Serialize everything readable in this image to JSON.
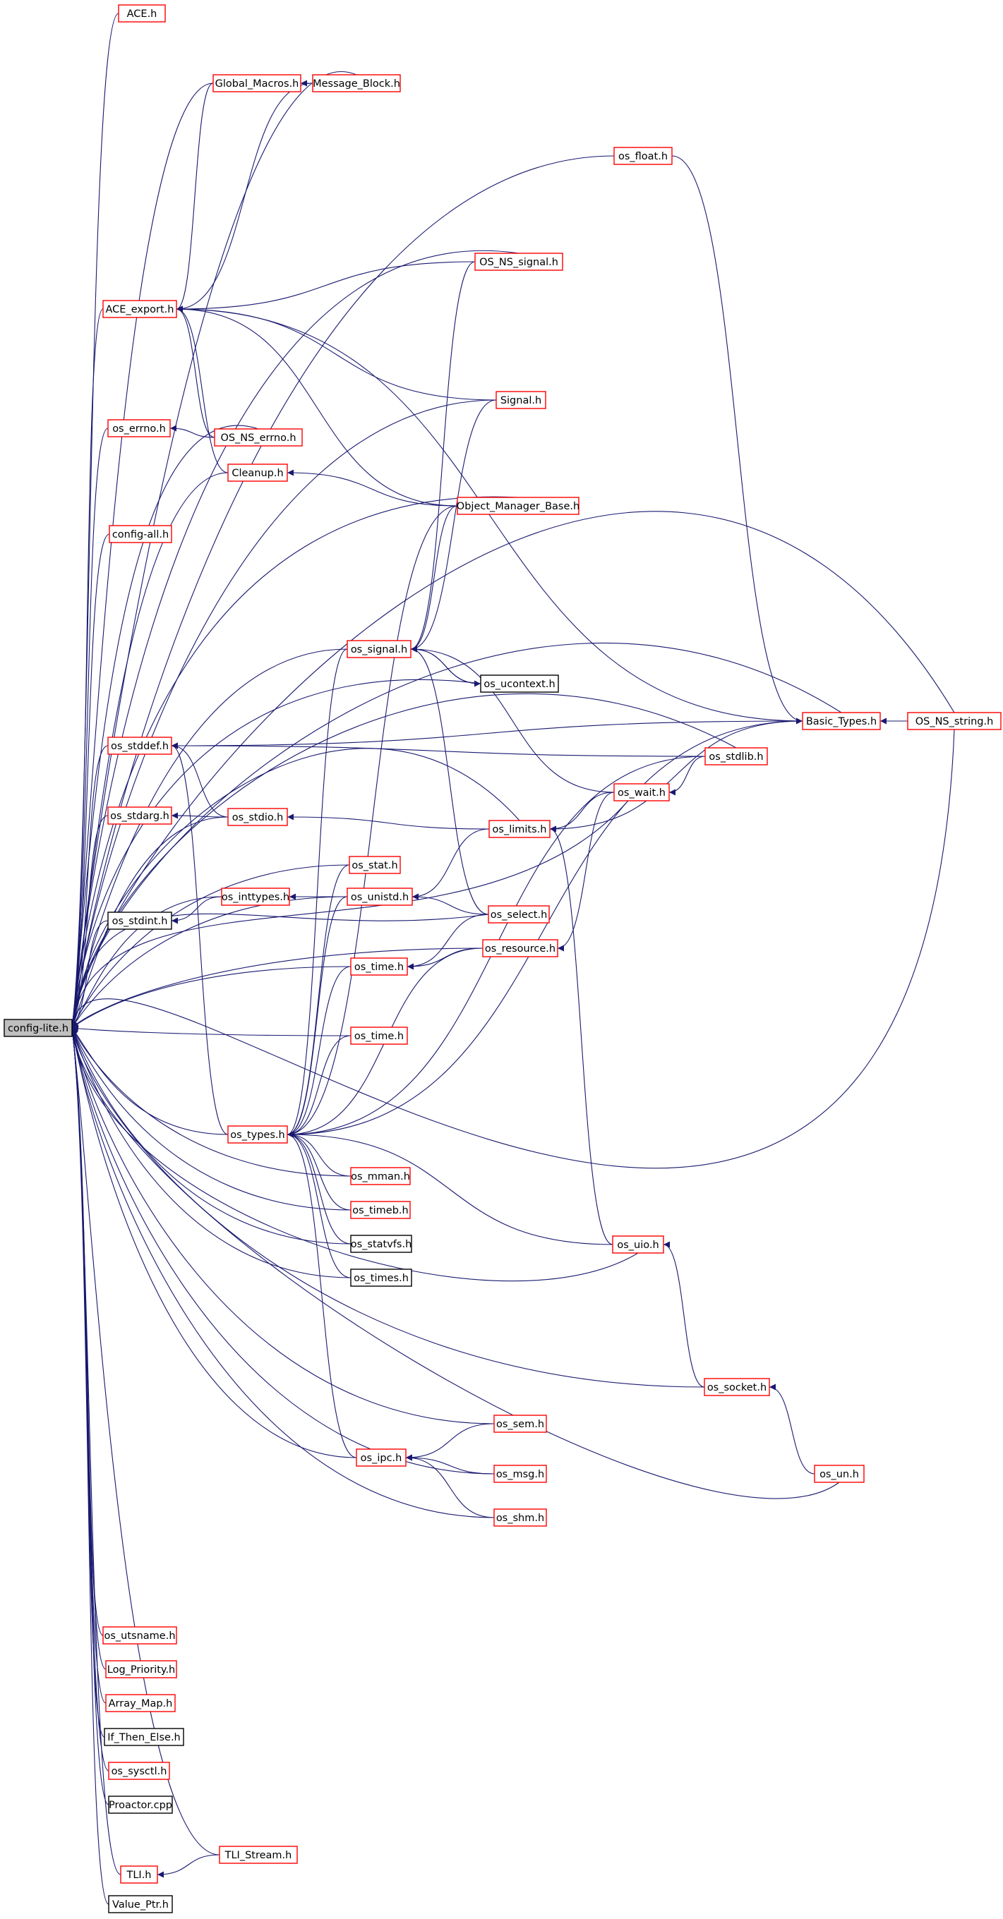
{
  "graph": {
    "root": "config-lite.h",
    "colors": {
      "edge": "#191970",
      "red_border": "#ff0000",
      "black_border": "#000000",
      "root_fill": "#bfbfbf"
    },
    "nodes": [
      {
        "id": "config_lite",
        "label": "config-lite.h",
        "style": "root"
      },
      {
        "id": "ace",
        "label": "ACE.h",
        "style": "red"
      },
      {
        "id": "global_macros",
        "label": "Global_Macros.h",
        "style": "red"
      },
      {
        "id": "message_block",
        "label": "Message_Block.h",
        "style": "red"
      },
      {
        "id": "os_float",
        "label": "os_float.h",
        "style": "red"
      },
      {
        "id": "os_ns_signal",
        "label": "OS_NS_signal.h",
        "style": "red"
      },
      {
        "id": "ace_export",
        "label": "ACE_export.h",
        "style": "red"
      },
      {
        "id": "signal",
        "label": "Signal.h",
        "style": "red"
      },
      {
        "id": "os_errno",
        "label": "os_errno.h",
        "style": "red"
      },
      {
        "id": "os_ns_errno",
        "label": "OS_NS_errno.h",
        "style": "red"
      },
      {
        "id": "cleanup",
        "label": "Cleanup.h",
        "style": "red"
      },
      {
        "id": "object_manager_base",
        "label": "Object_Manager_Base.h",
        "style": "red"
      },
      {
        "id": "config_all",
        "label": "config-all.h",
        "style": "red"
      },
      {
        "id": "os_signal",
        "label": "os_signal.h",
        "style": "red"
      },
      {
        "id": "os_ucontext",
        "label": "os_ucontext.h",
        "style": "black"
      },
      {
        "id": "os_stddef",
        "label": "os_stddef.h",
        "style": "red"
      },
      {
        "id": "basic_types",
        "label": "Basic_Types.h",
        "style": "red"
      },
      {
        "id": "os_ns_string",
        "label": "OS_NS_string.h",
        "style": "red"
      },
      {
        "id": "os_stdlib",
        "label": "os_stdlib.h",
        "style": "red"
      },
      {
        "id": "os_wait",
        "label": "os_wait.h",
        "style": "red"
      },
      {
        "id": "os_stdarg",
        "label": "os_stdarg.h",
        "style": "red"
      },
      {
        "id": "os_stdio",
        "label": "os_stdio.h",
        "style": "red"
      },
      {
        "id": "os_limits",
        "label": "os_limits.h",
        "style": "red"
      },
      {
        "id": "os_stat",
        "label": "os_stat.h",
        "style": "red"
      },
      {
        "id": "os_inttypes",
        "label": "os_inttypes.h",
        "style": "red"
      },
      {
        "id": "os_unistd",
        "label": "os_unistd.h",
        "style": "red"
      },
      {
        "id": "os_stdint",
        "label": "os_stdint.h",
        "style": "black"
      },
      {
        "id": "os_select",
        "label": "os_select.h",
        "style": "red"
      },
      {
        "id": "os_resource",
        "label": "os_resource.h",
        "style": "red"
      },
      {
        "id": "os_time_a",
        "label": "os_time.h",
        "style": "red"
      },
      {
        "id": "os_time_b",
        "label": "os_time.h",
        "style": "red"
      },
      {
        "id": "os_types",
        "label": "os_types.h",
        "style": "red"
      },
      {
        "id": "os_mman",
        "label": "os_mman.h",
        "style": "red"
      },
      {
        "id": "os_timeb",
        "label": "os_timeb.h",
        "style": "red"
      },
      {
        "id": "os_statvfs",
        "label": "os_statvfs.h",
        "style": "black"
      },
      {
        "id": "os_uio",
        "label": "os_uio.h",
        "style": "red"
      },
      {
        "id": "os_times",
        "label": "os_times.h",
        "style": "black"
      },
      {
        "id": "os_socket",
        "label": "os_socket.h",
        "style": "red"
      },
      {
        "id": "os_sem",
        "label": "os_sem.h",
        "style": "red"
      },
      {
        "id": "os_ipc",
        "label": "os_ipc.h",
        "style": "red"
      },
      {
        "id": "os_msg",
        "label": "os_msg.h",
        "style": "red"
      },
      {
        "id": "os_un",
        "label": "os_un.h",
        "style": "red"
      },
      {
        "id": "os_shm",
        "label": "os_shm.h",
        "style": "red"
      },
      {
        "id": "os_utsname",
        "label": "os_utsname.h",
        "style": "red"
      },
      {
        "id": "log_priority",
        "label": "Log_Priority.h",
        "style": "red"
      },
      {
        "id": "array_map",
        "label": "Array_Map.h",
        "style": "red"
      },
      {
        "id": "if_then_else",
        "label": "If_Then_Else.h",
        "style": "black"
      },
      {
        "id": "os_sysctl",
        "label": "os_sysctl.h",
        "style": "red"
      },
      {
        "id": "proactor",
        "label": "Proactor.cpp",
        "style": "black"
      },
      {
        "id": "tli_stream",
        "label": "TLI_Stream.h",
        "style": "red"
      },
      {
        "id": "tli",
        "label": "TLI.h",
        "style": "red"
      },
      {
        "id": "value_ptr",
        "label": "Value_Ptr.h",
        "style": "black"
      }
    ]
  }
}
